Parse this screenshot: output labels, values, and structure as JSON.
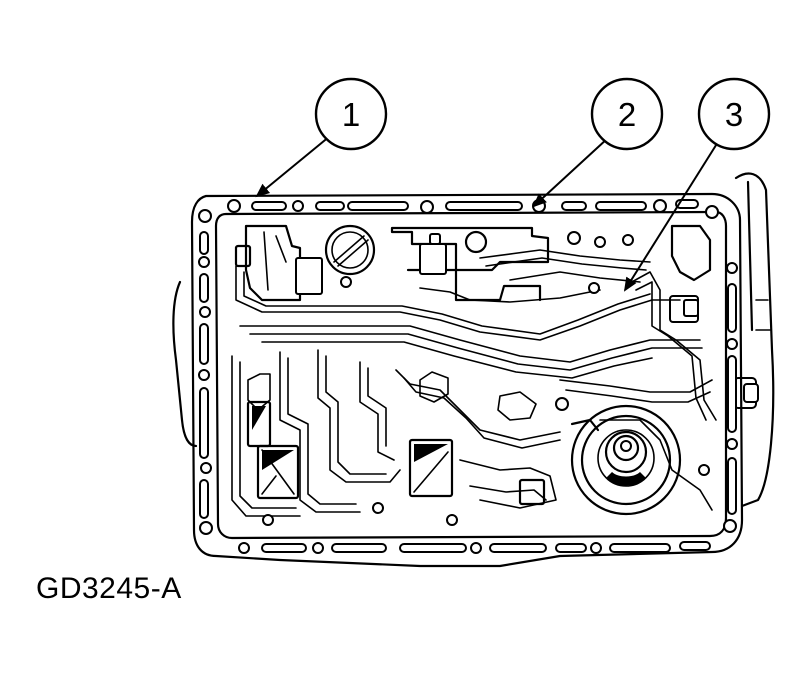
{
  "callouts": [
    {
      "number": "1"
    },
    {
      "number": "2"
    },
    {
      "number": "3"
    }
  ],
  "figure_id": "GD3245-A"
}
